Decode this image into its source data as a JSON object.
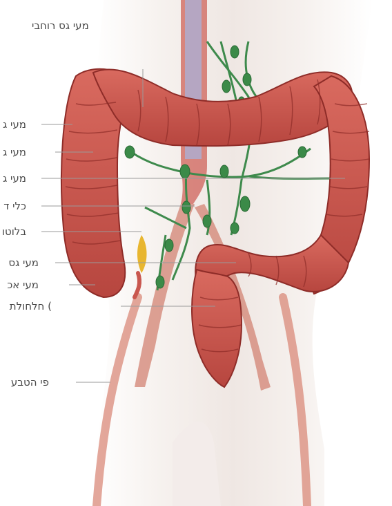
{
  "labels": {
    "transverse": "מעי גס רוחבי",
    "l2": "מעי ג",
    "l3": "מעי ג",
    "l4": "מעי ג",
    "l5": "כלי ד",
    "l6": "בלוטו",
    "l7": "מעי גס",
    "l8": "מעי אכ",
    "l9": "חלחולת (",
    "l10": "פי הטבע"
  },
  "colors": {
    "colon": "#c9574f",
    "colon_dark": "#8e2c28",
    "colon_light": "#e48a7c",
    "lymph": "#3e8a4c",
    "vessel": "#d9887a",
    "vein": "#9aa6d0",
    "fat": "#e8b630",
    "skin": "#f1ebe6",
    "leader": "#a8a8a8"
  }
}
